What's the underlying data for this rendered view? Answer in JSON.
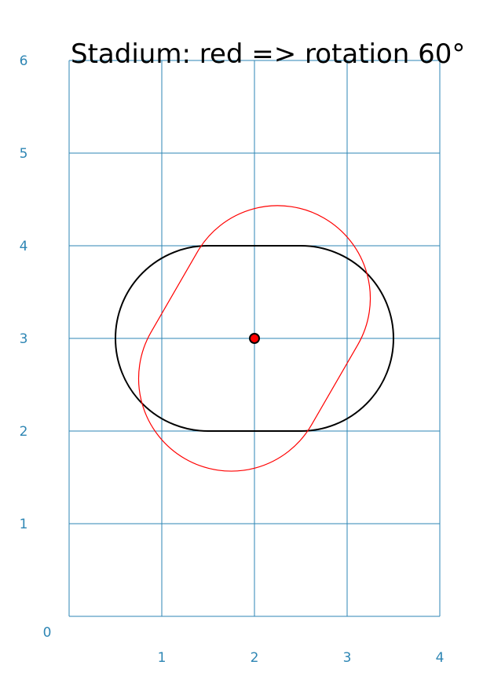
{
  "chart_data": {
    "type": "diagram",
    "title": "Stadium: red => rotation 60°",
    "xlim": [
      0,
      4
    ],
    "ylim": [
      0,
      6
    ],
    "x_ticks": [
      "0",
      "1",
      "2",
      "3",
      "4"
    ],
    "y_ticks": [
      "1",
      "2",
      "3",
      "4",
      "5",
      "6"
    ],
    "grid": true,
    "colors": {
      "grid": "#2e86b4",
      "original": "#000000",
      "rotated": "#ff0000",
      "center_fill": "#ff0000",
      "center_stroke": "#000000"
    },
    "center": [
      2,
      3
    ],
    "shapes": [
      {
        "id": "original-stadium",
        "color": "#000000",
        "segment_from": [
          1.5,
          3
        ],
        "segment_to": [
          2.5,
          3
        ],
        "radius": 1,
        "rotation_deg": 0
      },
      {
        "id": "rotated-stadium",
        "color": "#ff0000",
        "segment_from": [
          1.5,
          3
        ],
        "segment_to": [
          2.5,
          3
        ],
        "radius": 1,
        "rotation_deg": 60
      }
    ]
  }
}
